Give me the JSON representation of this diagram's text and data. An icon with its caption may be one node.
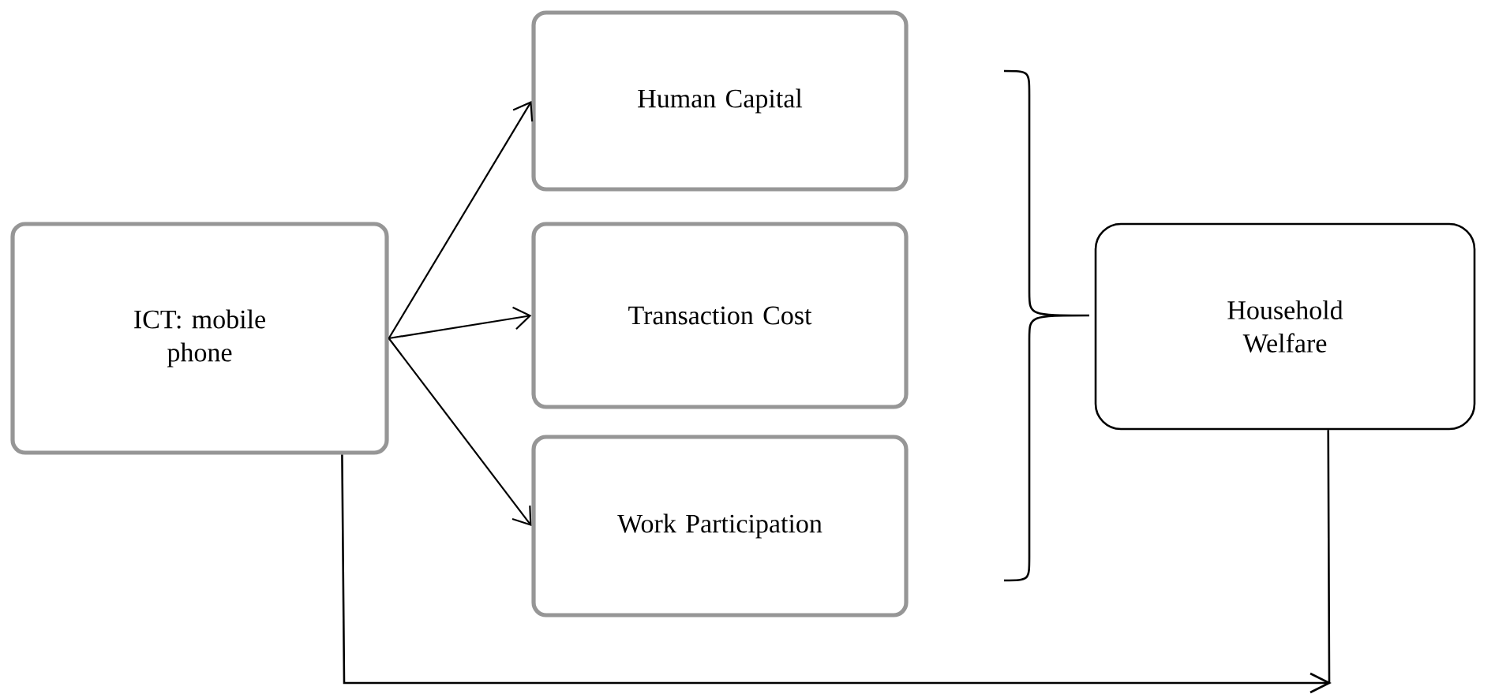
{
  "diagram": {
    "nodes": [
      {
        "text": [
          "ICT: mobile phone"
        ]
      },
      {
        "text": [
          "Human Capital"
        ]
      },
      {
        "text": [
          "Transaction Cost"
        ]
      },
      {
        "text": [
          "Work Participation"
        ]
      },
      {
        "text": [
          "Household Welfare"
        ]
      }
    ],
    "edges": [
      {
        "from": 0,
        "to": 1,
        "arrow": "to"
      },
      {
        "from": 0,
        "to": 2,
        "arrow": "to"
      },
      {
        "from": 0,
        "to": 3,
        "arrow": "to"
      },
      {
        "from": 0,
        "to": 4,
        "arrow": "to"
      }
    ]
  }
}
